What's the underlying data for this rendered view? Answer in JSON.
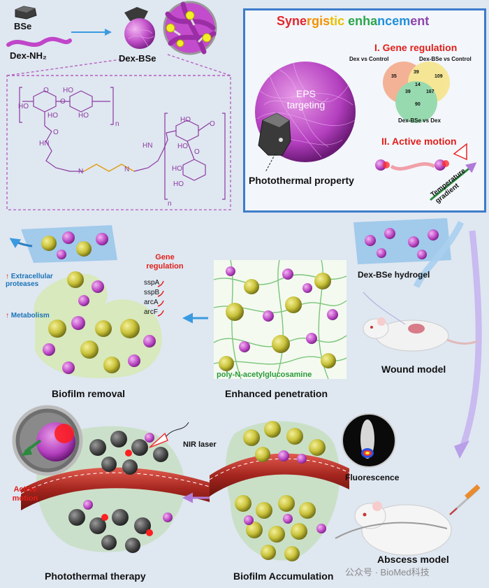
{
  "top_left": {
    "bse": "BSe",
    "dex_nh2": "Dex-NH₂",
    "dex_bse": "Dex-BSe"
  },
  "chem_labels": {
    "ho1": "HO",
    "ho2": "HO",
    "ho3": "HO",
    "ho4": "HO",
    "o1": "O",
    "o2": "O",
    "o3": "O",
    "hn1": "HN",
    "hn2": "HN",
    "n1": "N",
    "n2": "N",
    "ho5": "HO",
    "ho6": "HO",
    "ho7": "HO",
    "ho8": "HO",
    "o4": "O",
    "o5": "O",
    "sub_n1": "n",
    "sub_n2": "n"
  },
  "synergy_panel": {
    "title": "Synergistic enhancement",
    "title_colors": [
      "#e4262c",
      "#f39200",
      "#e6c200",
      "#2aa64a",
      "#1f8fd8",
      "#8e44ad"
    ],
    "eps_label": "EPS targeting",
    "photothermal": "Photothermal property",
    "gene_regulation": "I. Gene regulation",
    "venn": {
      "set_a": "Dex vs Control",
      "set_b": "Dex-BSe vs Control",
      "set_c": "Dex-BSe vs Dex",
      "values": [
        "35",
        "39",
        "109",
        "14",
        "39",
        "167",
        "90"
      ]
    },
    "active_motion": "II. Active motion",
    "temperature_gradient": "Temperature gradient"
  },
  "middle": {
    "extracellular": "Extracellular proteases",
    "metabolism": "Metabolism",
    "gene_reg_title": "Gene regulation",
    "genes": [
      "sspA",
      "sspB",
      "arcA",
      "arcF"
    ],
    "biofilm_removal": "Biofilm removal",
    "poly": "poly-N-acetylglucosamine",
    "enhanced_penetration": "Enhanced penetration",
    "hydrogel": "Dex-BSe hydrogel",
    "wound_model": "Wound model"
  },
  "bottom": {
    "active_motion": "Active motion",
    "nir_laser": "NIR laser",
    "photothermal_therapy": "Photothermal therapy",
    "biofilm_accumulation": "Biofilm Accumulation",
    "fluorescence": "Fluorescence",
    "abscess_model": "Abscess model",
    "watermark": "公众号 · BioMed科技"
  }
}
